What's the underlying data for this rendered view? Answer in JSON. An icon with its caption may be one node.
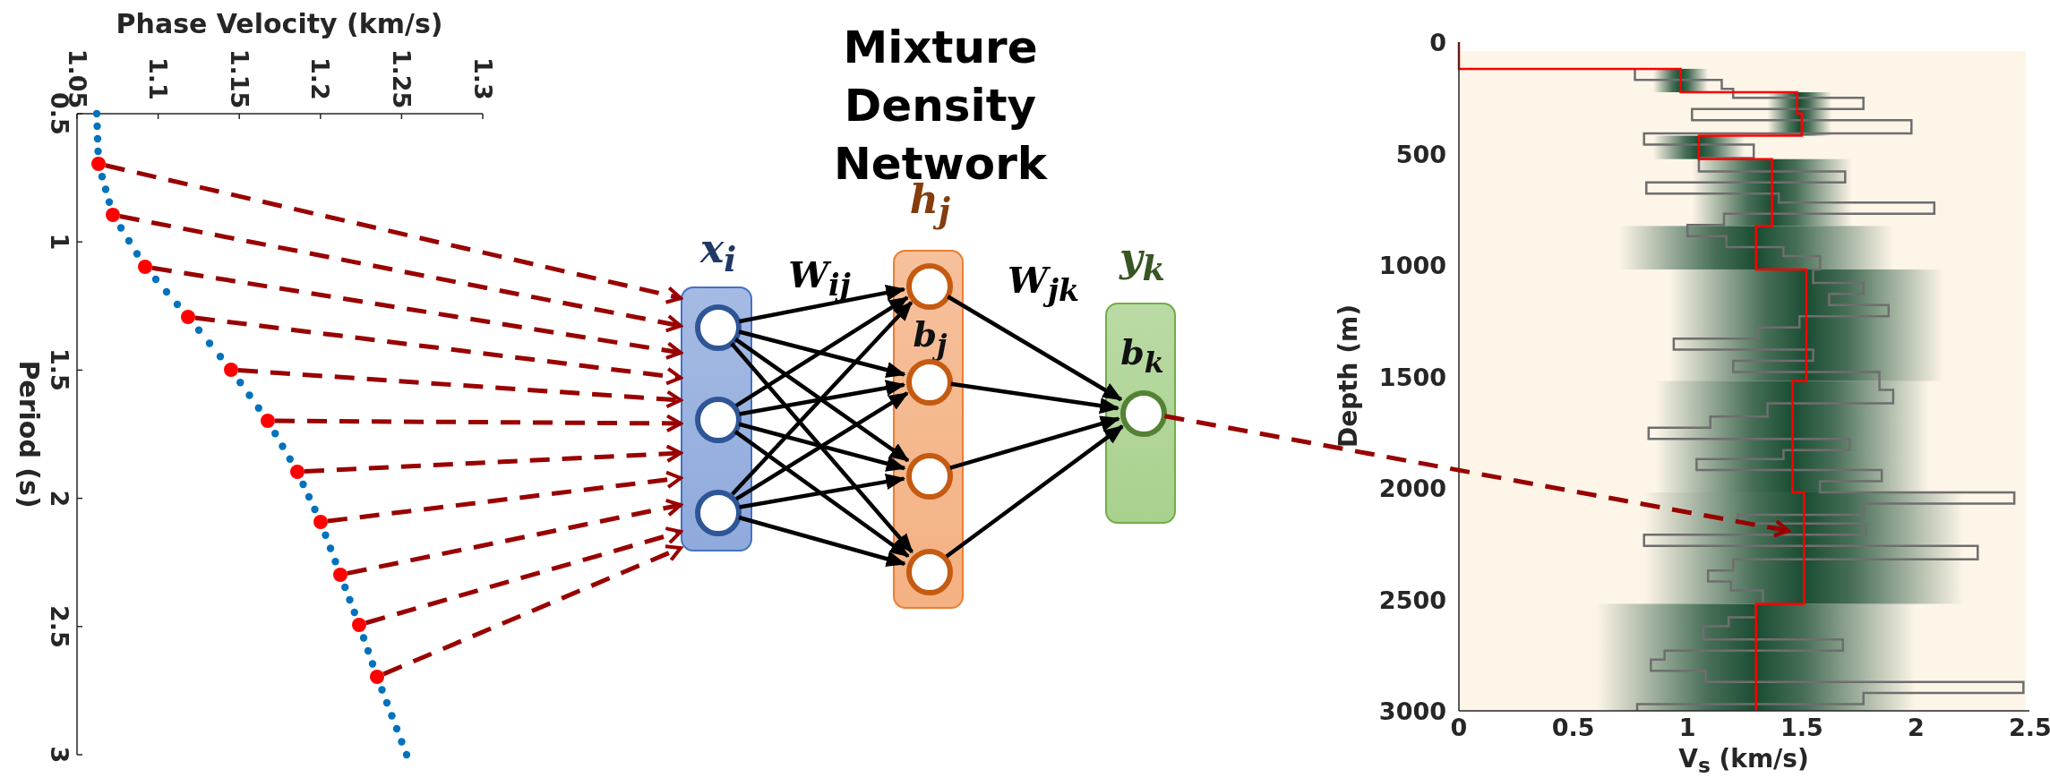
{
  "diagram": {
    "title": "Mixture Density Network",
    "nodes": [
      {
        "text": [
          "x$_{i}$"
        ]
      },
      {
        "text": [],
        "shape": "circle",
        "in": 0
      },
      {
        "text": [],
        "shape": "circle",
        "in": 0
      },
      {
        "text": [],
        "shape": "circle",
        "in": 0
      },
      {
        "text": [
          "h$_{j}$",
          "b$_{j}$"
        ]
      },
      {
        "text": [],
        "shape": "circle",
        "in": 4
      },
      {
        "text": [],
        "shape": "circle",
        "in": 4
      },
      {
        "text": [],
        "shape": "circle",
        "in": 4
      },
      {
        "text": [],
        "shape": "circle",
        "in": 4
      },
      {
        "text": [
          "y$_{k}$",
          "b$_{k}$"
        ]
      },
      {
        "text": [],
        "shape": "circle",
        "in": 9
      },
      {
        "text": [],
        "shape": "circle"
      },
      {
        "text": [],
        "shape": "circle"
      },
      {
        "text": [],
        "shape": "circle"
      },
      {
        "text": [],
        "shape": "circle"
      },
      {
        "text": [],
        "shape": "circle"
      },
      {
        "text": [],
        "shape": "circle"
      },
      {
        "text": [],
        "shape": "circle"
      },
      {
        "text": [],
        "shape": "circle"
      },
      {
        "text": [],
        "shape": "circle"
      },
      {
        "text": [],
        "shape": "circle"
      },
      {
        "text": [],
        "shape": "circle"
      }
    ],
    "edges": [
      {
        "from": 11,
        "to": 0,
        "arrow": "to",
        "style": "dashed",
        "color": "#990000"
      },
      {
        "from": 12,
        "to": 0,
        "arrow": "to",
        "style": "dashed",
        "color": "#990000"
      },
      {
        "from": 13,
        "to": 0,
        "arrow": "to",
        "style": "dashed",
        "color": "#990000"
      },
      {
        "from": 14,
        "to": 0,
        "arrow": "to",
        "style": "dashed",
        "color": "#990000"
      },
      {
        "from": 15,
        "to": 0,
        "arrow": "to",
        "style": "dashed",
        "color": "#990000"
      },
      {
        "from": 16,
        "to": 0,
        "arrow": "to",
        "style": "dashed",
        "color": "#990000"
      },
      {
        "from": 17,
        "to": 0,
        "arrow": "to",
        "style": "dashed",
        "color": "#990000"
      },
      {
        "from": 18,
        "to": 0,
        "arrow": "to",
        "style": "dashed",
        "color": "#990000"
      },
      {
        "from": 19,
        "to": 0,
        "arrow": "to",
        "style": "dashed",
        "color": "#990000"
      },
      {
        "from": 20,
        "to": 0,
        "arrow": "to",
        "style": "dashed",
        "color": "#990000"
      },
      {
        "from": 21,
        "to": 0,
        "arrow": "to",
        "style": "dashed",
        "color": "#990000"
      },
      {
        "from": 1,
        "to": 5,
        "arrow": "to"
      },
      {
        "from": 1,
        "to": 6,
        "arrow": "to"
      },
      {
        "from": 1,
        "to": 7,
        "arrow": "to"
      },
      {
        "from": 1,
        "to": 8,
        "arrow": "to"
      },
      {
        "from": 2,
        "to": 5,
        "arrow": "to"
      },
      {
        "from": 2,
        "to": 6,
        "arrow": "to"
      },
      {
        "from": 2,
        "to": 7,
        "arrow": "to"
      },
      {
        "from": 2,
        "to": 8,
        "arrow": "to"
      },
      {
        "from": 3,
        "to": 5,
        "arrow": "to"
      },
      {
        "from": 3,
        "to": 6,
        "arrow": "to"
      },
      {
        "from": 3,
        "to": 7,
        "arrow": "to"
      },
      {
        "from": 3,
        "to": 8,
        "arrow": "to"
      },
      {
        "from": 5,
        "to": 10,
        "arrow": "to"
      },
      {
        "from": 6,
        "to": 10,
        "arrow": "to"
      },
      {
        "from": 7,
        "to": 10,
        "arrow": "to"
      },
      {
        "from": 8,
        "to": 10,
        "arrow": "to"
      },
      {
        "from": 10,
        "to": null,
        "arrow": "to",
        "style": "dashed",
        "color": "#990000"
      }
    ],
    "labels": [
      "Phase Velocity (km/s)",
      "1.05",
      "1.1",
      "1.15",
      "1.2",
      "1.25",
      "1.3",
      "0.5",
      "1",
      "1.5",
      "2",
      "2.5",
      "3",
      "Period (s)",
      "W$_{ij}$",
      "W$_{jk}$",
      "0",
      "500",
      "1000",
      "1500",
      "2000",
      "2500",
      "3000",
      "Depth (m)",
      "0",
      "0.5",
      "1",
      "1.5",
      "2",
      "2.5",
      "V$_{s}$ (km/s)"
    ]
  }
}
